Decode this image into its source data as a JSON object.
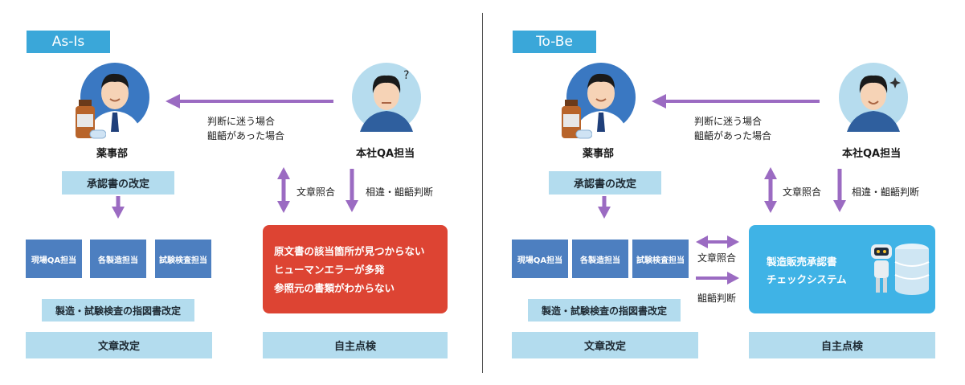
{
  "asis": {
    "tag": "As-Is",
    "role_left": "薬事部",
    "role_right": "本社QA担当",
    "note_line1": "判断に迷う場合",
    "note_line2": "齟齬があった場合",
    "approval": "承認書の改定",
    "depts": [
      "現場QA担当",
      "各製造担当",
      "試験検査担当"
    ],
    "instruction": "製造・試験検査の指図書改定",
    "doc_revise": "文章改定",
    "collate": "文章照合",
    "judge": "相違・齟齬判断",
    "problems": [
      "原文書の該当箇所が見つからない",
      "ヒューマンエラーが多発",
      "参照元の書類がわからない"
    ],
    "self_check": "自主点検"
  },
  "tobe": {
    "tag": "To-Be",
    "role_left": "薬事部",
    "role_right": "本社QA担当",
    "note_line1": "判断に迷う場合",
    "note_line2": "齟齬があった場合",
    "approval": "承認書の改定",
    "depts": [
      "現場QA担当",
      "各製造担当",
      "試験検査担当"
    ],
    "instruction": "製造・試験検査の指図書改定",
    "doc_revise": "文章改定",
    "collate": "文章照合",
    "judge": "相違・齟齬判断",
    "collate2": "文章照合",
    "judge2": "齟齬判断",
    "system_line1": "製造販売承認書",
    "system_line2": "チェックシステム",
    "self_check": "自主点検"
  },
  "colors": {
    "tag": "#3aa7d9",
    "light": "#b3dcee",
    "dept": "#4d7fc0",
    "arrow": "#9b6bc2",
    "alert": "#dd4433",
    "system": "#3fb3e6"
  }
}
